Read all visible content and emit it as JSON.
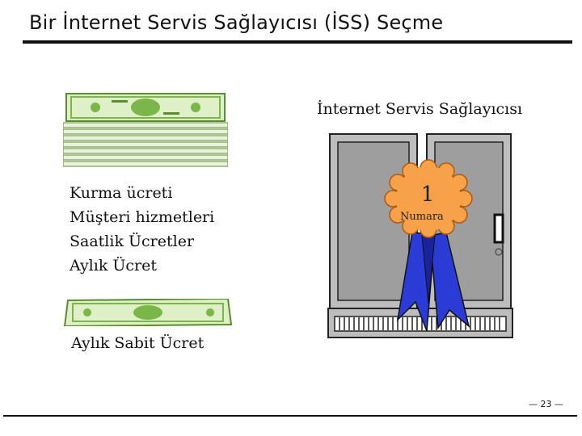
{
  "slide": {
    "title": "Bir İnternet Servis Sağlayıcısı (İSS) Seçme",
    "isp_heading": "İnternet Servis Sağlayıcısı",
    "costs": [
      "Kurma ücreti",
      "Müşteri hizmetleri",
      "Saatlik Ücretler",
      "Aylık Ücret"
    ],
    "monthly_fixed_label": "Aylık Sabit Ücret",
    "ribbon_number": "1",
    "ribbon_text": "Numara",
    "page_number": "— 23 —"
  },
  "images": {
    "money_stack": "dollar-bill-stack-icon",
    "money_single": "dollar-bill-icon",
    "servers": "server-cabinet-icon",
    "ribbon": "first-place-ribbon-icon"
  },
  "colors": {
    "bill_green": "#7ab648",
    "server_gray": "#bfbfbf",
    "ribbon_orange": "#f7a24a",
    "ribbon_blue": "#2b3bd6"
  }
}
